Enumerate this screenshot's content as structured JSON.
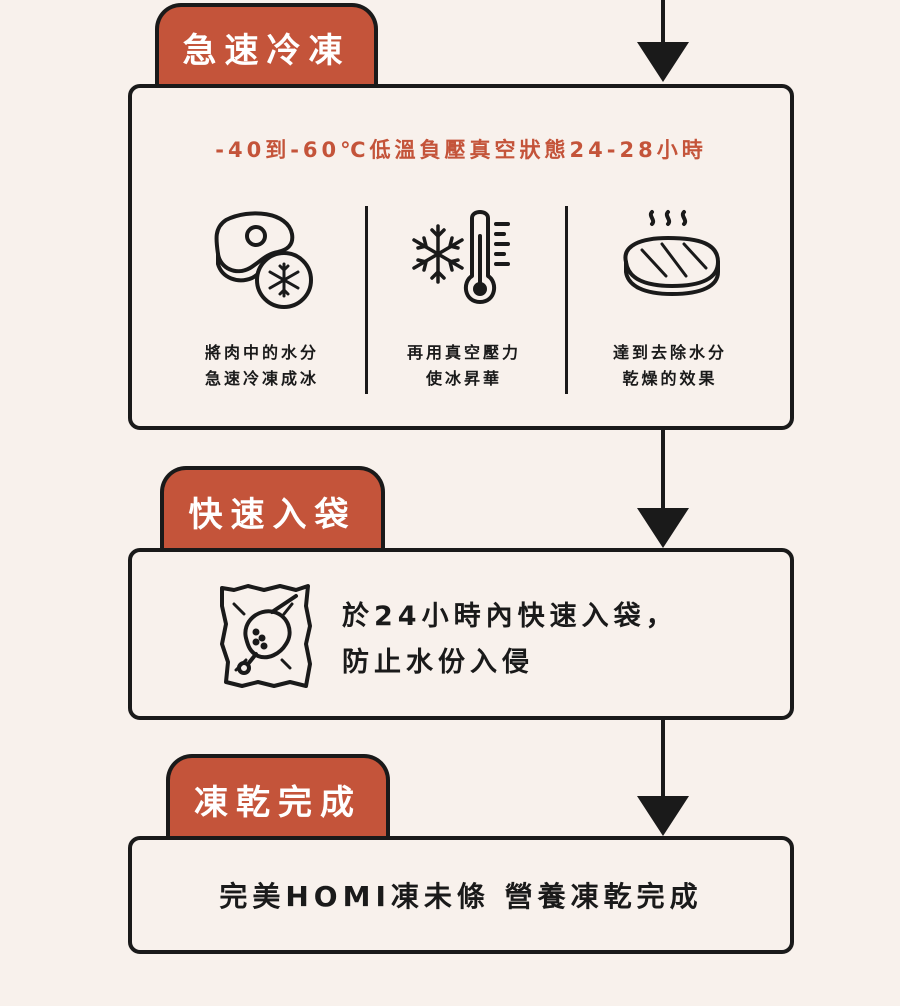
{
  "step1": {
    "tab": "急速冷凍",
    "headline": "-40到-60℃低溫負壓真空狀態24-28小時",
    "columns": [
      {
        "icon": "meat-snowflake-icon",
        "line1": "將肉中的水分",
        "line2": "急速冷凍成冰"
      },
      {
        "icon": "snowflake-thermometer-icon",
        "line1": "再用真空壓力",
        "line2": "使冰昇華"
      },
      {
        "icon": "steak-steam-icon",
        "line1": "達到去除水分",
        "line2": "乾燥的效果"
      }
    ]
  },
  "step2": {
    "tab": "快速入袋",
    "icon": "sealed-bag-icon",
    "line1": "於24小時內快速入袋，",
    "line2": "防止水份入侵"
  },
  "step3": {
    "tab": "凍乾完成",
    "text": "完美HOMI凍未條 營養凍乾完成"
  },
  "colors": {
    "accent": "#c4543a",
    "ink": "#1a1a1a",
    "background": "#f8f1ec"
  }
}
